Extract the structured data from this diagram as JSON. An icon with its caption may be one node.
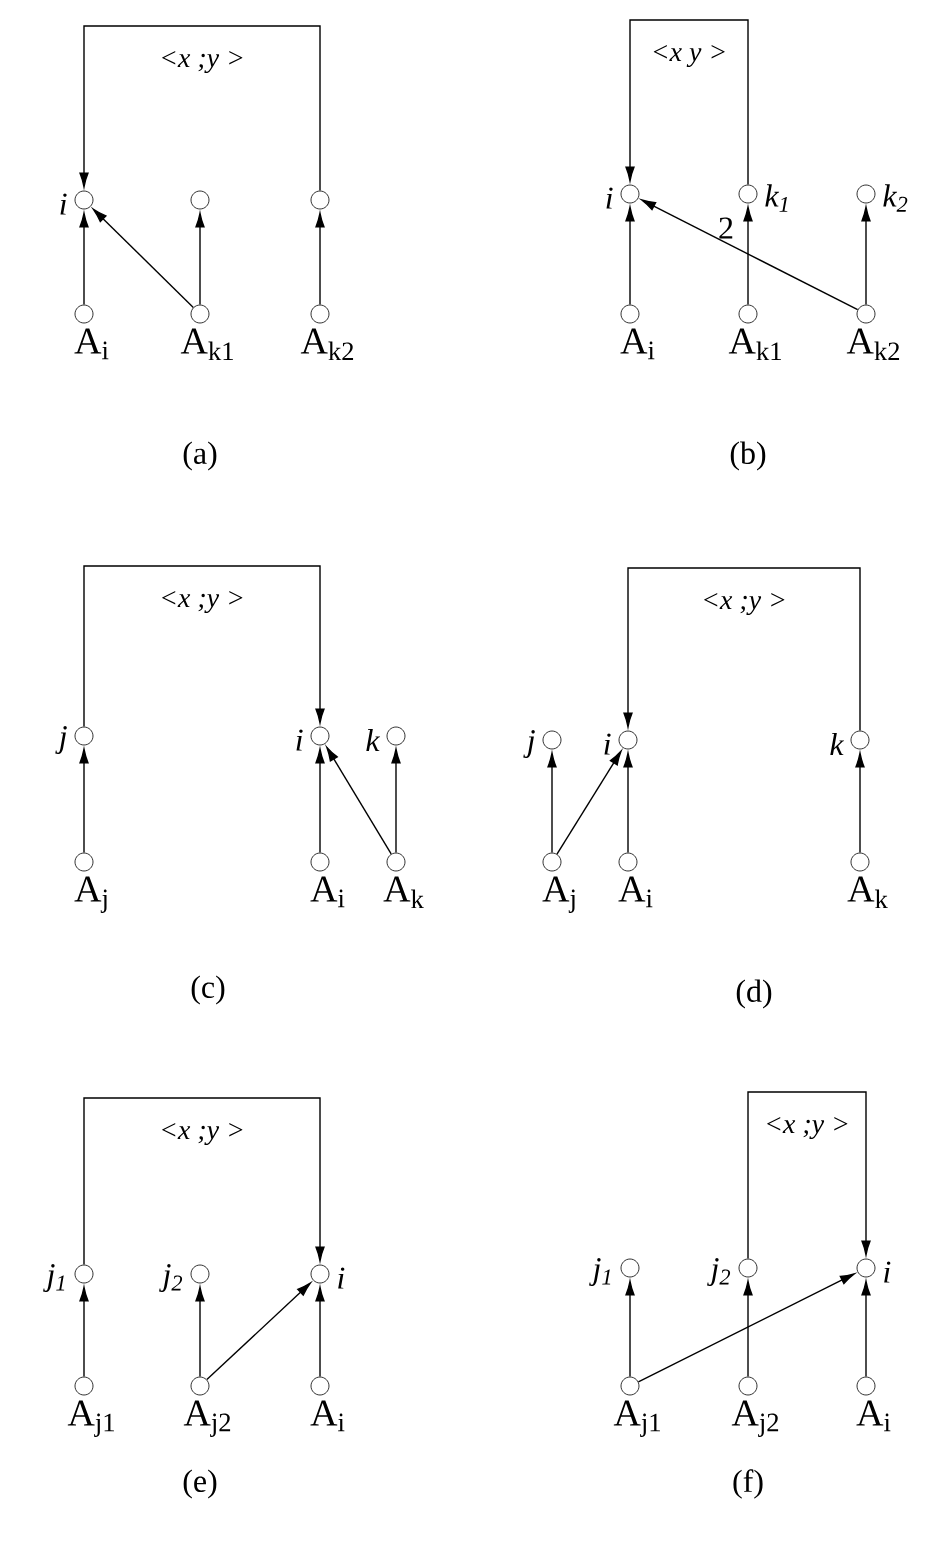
{
  "diagram": {
    "nodes": [
      {
        "text": [],
        "shape": "circle",
        "beside": [
          "i"
        ]
      },
      {
        "text": [],
        "shape": "circle"
      },
      {
        "text": [],
        "shape": "circle"
      },
      {
        "text": [],
        "shape": "circle",
        "beside": [
          "A$_{i}$"
        ]
      },
      {
        "text": [],
        "shape": "circle",
        "beside": [
          "A$_{k1}$"
        ]
      },
      {
        "text": [],
        "shape": "circle",
        "beside": [
          "A$_{k2}$"
        ]
      },
      {
        "text": [],
        "shape": "circle",
        "beside": [
          "i"
        ]
      },
      {
        "text": [],
        "shape": "circle",
        "beside": [
          "k$_{1}$"
        ]
      },
      {
        "text": [],
        "shape": "circle",
        "beside": [
          "k$_{2}$"
        ]
      },
      {
        "text": [],
        "shape": "circle",
        "beside": [
          "A$_{i}$"
        ]
      },
      {
        "text": [],
        "shape": "circle",
        "beside": [
          "A$_{k1}$"
        ]
      },
      {
        "text": [],
        "shape": "circle",
        "beside": [
          "A$_{k2}$"
        ]
      },
      {
        "text": [],
        "shape": "circle",
        "beside": [
          "j"
        ]
      },
      {
        "text": [],
        "shape": "circle",
        "beside": [
          "i"
        ]
      },
      {
        "text": [],
        "shape": "circle",
        "beside": [
          "k"
        ]
      },
      {
        "text": [],
        "shape": "circle",
        "beside": [
          "A$_{j}$"
        ]
      },
      {
        "text": [],
        "shape": "circle",
        "beside": [
          "A$_{i}$"
        ]
      },
      {
        "text": [],
        "shape": "circle",
        "beside": [
          "A$_{k}$"
        ]
      },
      {
        "text": [],
        "shape": "circle",
        "beside": [
          "j"
        ]
      },
      {
        "text": [],
        "shape": "circle",
        "beside": [
          "i"
        ]
      },
      {
        "text": [],
        "shape": "circle",
        "beside": [
          "k"
        ]
      },
      {
        "text": [],
        "shape": "circle",
        "beside": [
          "A$_{j}$"
        ]
      },
      {
        "text": [],
        "shape": "circle",
        "beside": [
          "A$_{i}$"
        ]
      },
      {
        "text": [],
        "shape": "circle",
        "beside": [
          "A$_{k}$"
        ]
      },
      {
        "text": [],
        "shape": "circle",
        "beside": [
          "j$_{1}$"
        ]
      },
      {
        "text": [],
        "shape": "circle",
        "beside": [
          "j$_{2}$"
        ]
      },
      {
        "text": [],
        "shape": "circle",
        "beside": [
          "i"
        ]
      },
      {
        "text": [],
        "shape": "circle",
        "beside": [
          "A$_{j1}$"
        ]
      },
      {
        "text": [],
        "shape": "circle",
        "beside": [
          "A$_{j2}$"
        ]
      },
      {
        "text": [],
        "shape": "circle",
        "beside": [
          "A$_{i}$"
        ]
      },
      {
        "text": [],
        "shape": "circle",
        "beside": [
          "j$_{1}$"
        ]
      },
      {
        "text": [],
        "shape": "circle",
        "beside": [
          "j$_{2}$"
        ]
      },
      {
        "text": [],
        "shape": "circle",
        "beside": [
          "i"
        ]
      },
      {
        "text": [],
        "shape": "circle",
        "beside": [
          "A$_{j1}$"
        ]
      },
      {
        "text": [],
        "shape": "circle",
        "beside": [
          "A$_{j2}$"
        ]
      },
      {
        "text": [],
        "shape": "circle",
        "beside": [
          "A$_{i}$"
        ]
      }
    ],
    "edges": [
      {
        "from": 3,
        "to": 0,
        "arrow": "to"
      },
      {
        "from": 4,
        "to": 1,
        "arrow": "to"
      },
      {
        "from": 4,
        "to": 0,
        "arrow": "to"
      },
      {
        "from": 5,
        "to": 2,
        "arrow": "to"
      },
      {
        "from": 2,
        "to": 0,
        "arrow": "to",
        "label": "<x ;y >"
      },
      {
        "from": 9,
        "to": 6,
        "arrow": "to"
      },
      {
        "from": 10,
        "to": 7,
        "arrow": "to"
      },
      {
        "from": 11,
        "to": 8,
        "arrow": "to"
      },
      {
        "from": 11,
        "to": 6,
        "arrow": "to"
      },
      {
        "from": 7,
        "to": 6,
        "arrow": "to",
        "label": "<x y >"
      },
      {
        "from": 15,
        "to": 12,
        "arrow": "to"
      },
      {
        "from": 16,
        "to": 13,
        "arrow": "to"
      },
      {
        "from": 17,
        "to": 14,
        "arrow": "to"
      },
      {
        "from": 17,
        "to": 13,
        "arrow": "to"
      },
      {
        "from": 12,
        "to": 13,
        "arrow": "to",
        "label": "<x ;y >"
      },
      {
        "from": 21,
        "to": 18,
        "arrow": "to"
      },
      {
        "from": 21,
        "to": 19,
        "arrow": "to"
      },
      {
        "from": 22,
        "to": 19,
        "arrow": "to"
      },
      {
        "from": 23,
        "to": 20,
        "arrow": "to"
      },
      {
        "from": 20,
        "to": 19,
        "arrow": "to",
        "label": "<x ;y >"
      },
      {
        "from": 27,
        "to": 24,
        "arrow": "to"
      },
      {
        "from": 28,
        "to": 25,
        "arrow": "to"
      },
      {
        "from": 28,
        "to": 26,
        "arrow": "to"
      },
      {
        "from": 29,
        "to": 26,
        "arrow": "to"
      },
      {
        "from": 24,
        "to": 26,
        "arrow": "to",
        "label": "<x ;y >"
      },
      {
        "from": 33,
        "to": 30,
        "arrow": "to"
      },
      {
        "from": 33,
        "to": 32,
        "arrow": "to"
      },
      {
        "from": 34,
        "to": 31,
        "arrow": "to"
      },
      {
        "from": 35,
        "to": 32,
        "arrow": "to"
      },
      {
        "from": 31,
        "to": 32,
        "arrow": "to",
        "label": "<x ;y >"
      }
    ],
    "labels": [
      "2",
      "(a)",
      "(b)",
      "(c)",
      "(d)",
      "(e)",
      "(f)"
    ]
  }
}
